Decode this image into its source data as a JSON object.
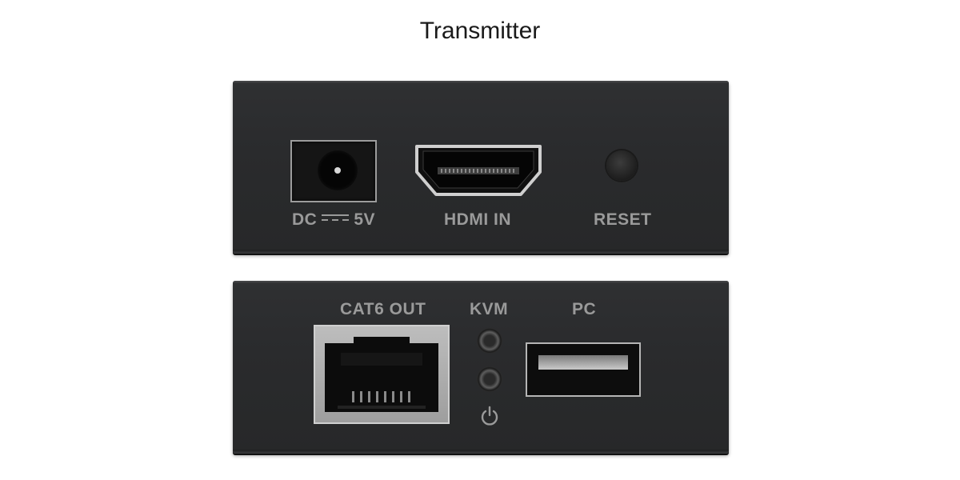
{
  "title": "Transmitter",
  "top_panel": {
    "dc_label_left": "DC",
    "dc_label_right": "5V",
    "hdmi_label": "HDMI IN",
    "reset_label": "RESET"
  },
  "bottom_panel": {
    "cat_label": "CAT6 OUT",
    "kvm_label": "KVM",
    "pc_label": "PC"
  },
  "icons": {
    "dc_symbol": "dc-polarity-icon",
    "power": "power-icon"
  },
  "colors": {
    "panel": "#2a2b2d",
    "label": "#9a9a9a",
    "background": "#ffffff"
  }
}
